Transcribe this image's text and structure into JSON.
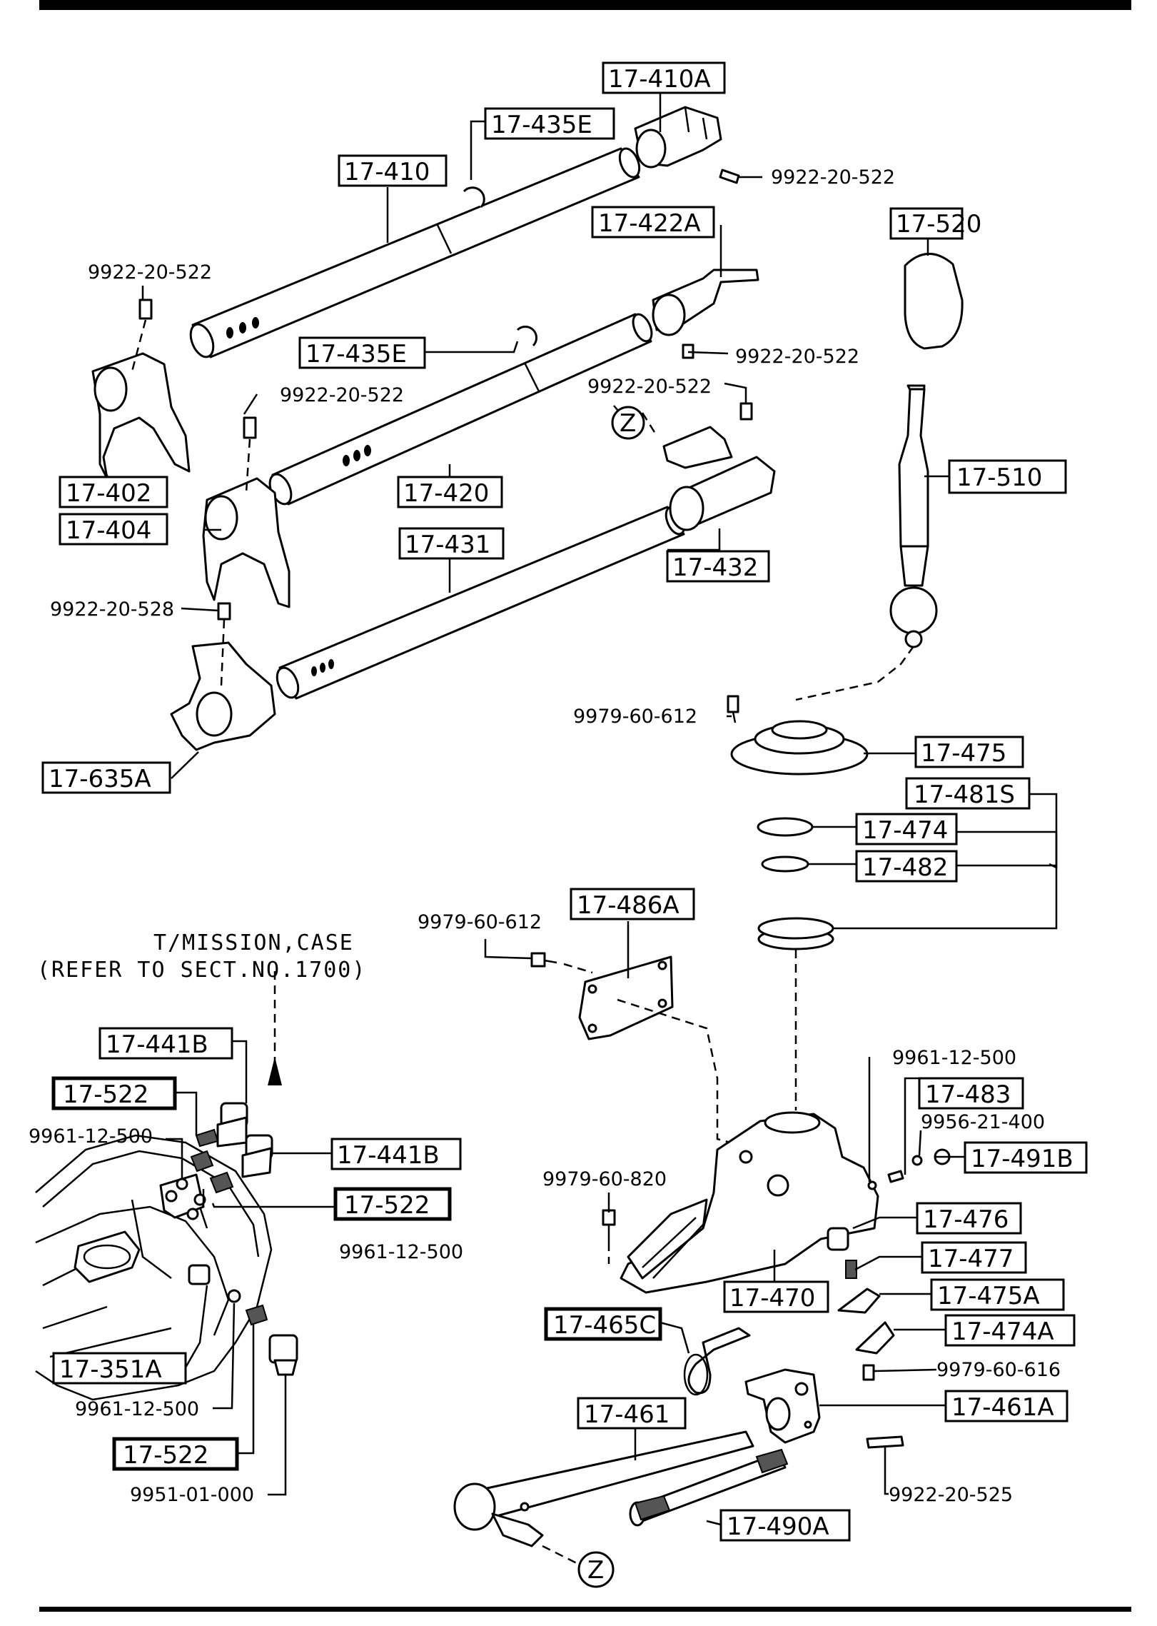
{
  "labels": {
    "l_17_410A": "17-410A",
    "l_17_435E_top": "17-435E",
    "l_17_410": "17-410",
    "l_9922_20_522_a": "9922-20-522",
    "l_17_422A": "17-422A",
    "l_17_520": "17-520",
    "l_9922_20_522_b": "9922-20-522",
    "l_17_435E_mid": "17-435E",
    "l_9922_20_522_c": "9922-20-522",
    "l_9922_20_522_d": "9922-20-522",
    "l_9922_20_522_e": "9922-20-522",
    "l_17_402": "17-402",
    "l_17_404": "17-404",
    "l_17_420": "17-420",
    "l_17_510": "17-510",
    "l_17_431": "17-431",
    "l_17_432": "17-432",
    "l_9922_20_528": "9922-20-528",
    "l_17_635A": "17-635A",
    "l_9979_60_612_a": "9979-60-612",
    "l_17_475": "17-475",
    "l_17_481S": "17-481S",
    "l_17_474": "17-474",
    "l_17_482": "17-482",
    "l_17_486A": "17-486A",
    "l_9979_60_612_b": "9979-60-612",
    "note_line1": "T/MISSION,CASE",
    "note_line2": "(REFER TO SECT.NO.1700)",
    "l_17_441B_a": "17-441B",
    "l_17_522_a": "17-522",
    "l_9961_12_500_a": "9961-12-500",
    "l_17_441B_b": "17-441B",
    "l_17_522_b": "17-522",
    "l_9961_12_500_b": "9961-12-500",
    "l_9961_12_500_c": "9961-12-500",
    "l_17_483": "17-483",
    "l_9956_21_400": "9956-21-400",
    "l_17_491B": "17-491B",
    "l_9979_60_820": "9979-60-820",
    "l_17_476": "17-476",
    "l_17_477": "17-477",
    "l_17_470": "17-470",
    "l_17_475A": "17-475A",
    "l_17_465C": "17-465C",
    "l_17_474A": "17-474A",
    "l_9979_60_616": "9979-60-616",
    "l_17_461A": "17-461A",
    "l_17_461": "17-461",
    "l_17_351A": "17-351A",
    "l_9961_12_500_d": "9961-12-500",
    "l_17_522_c": "17-522",
    "l_9951_01_000": "9951-01-000",
    "l_17_490A": "17-490A",
    "l_9922_20_525": "9922-20-525",
    "z_top": "Z",
    "z_bottom": "Z"
  }
}
